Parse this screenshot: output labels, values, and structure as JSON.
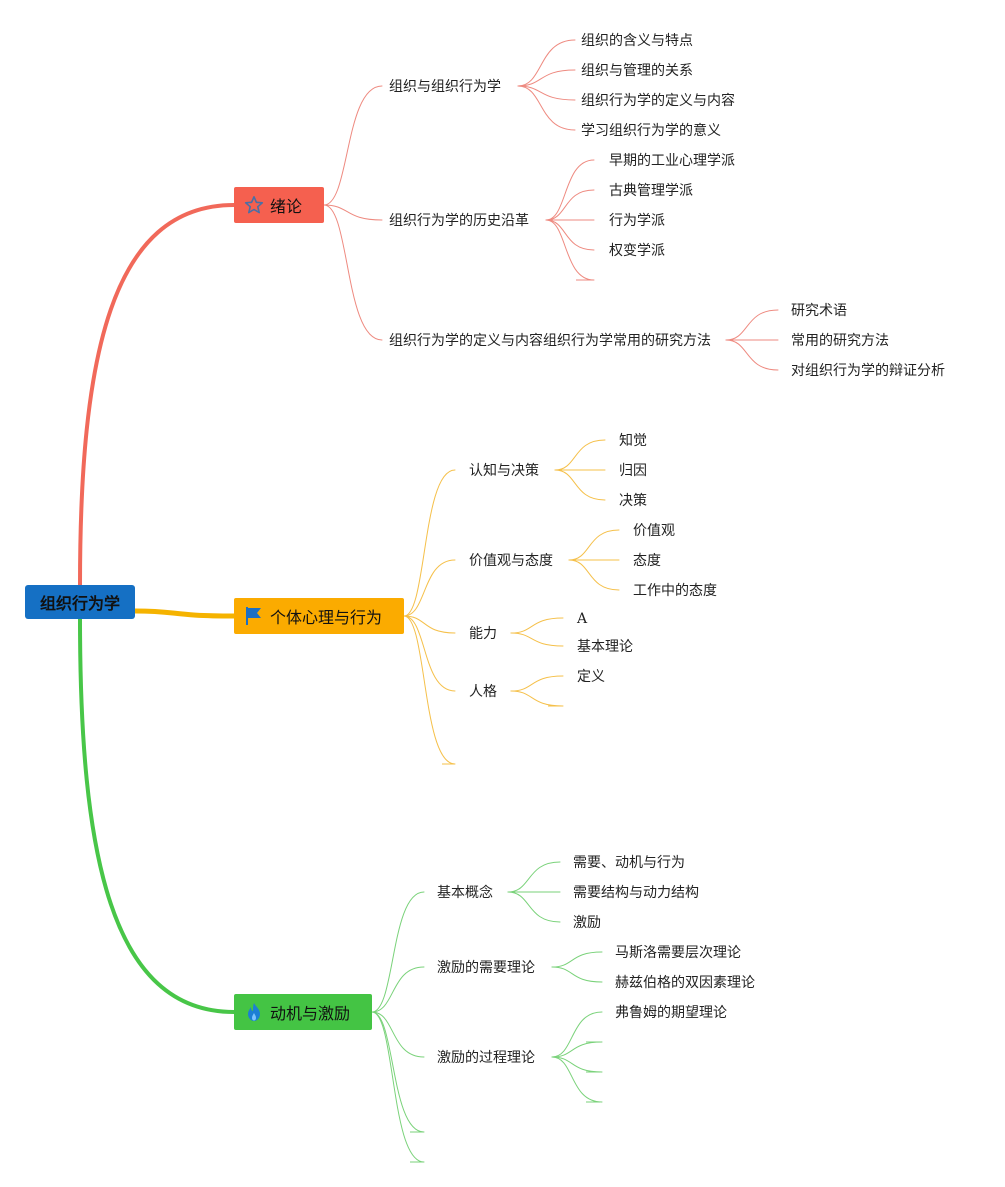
{
  "root": {
    "label": "组织行为学",
    "color": "#1570c4"
  },
  "branches": [
    {
      "label": "绪论",
      "icon": "star-icon",
      "color": "#f5604f",
      "line_color": "#f1695a",
      "child_color": "#ee8a80",
      "children": [
        {
          "label": "组织与组织行为学",
          "children": [
            "组织的含义与特点",
            "组织与管理的关系",
            "组织行为学的定义与内容",
            "学习组织行为学的意义"
          ]
        },
        {
          "label": "组织行为学的历史沿革",
          "children": [
            "早期的工业心理学派",
            "古典管理学派",
            "行为学派",
            "权变学派",
            ""
          ]
        },
        {
          "label": "组织行为学的定义与内容组织行为学常用的研究方法",
          "children": [
            "研究术语",
            "常用的研究方法",
            "对组织行为学的辩证分析"
          ]
        }
      ]
    },
    {
      "label": "个体心理与行为",
      "icon": "flag-icon",
      "color": "#fbab00",
      "line_color": "#f5b300",
      "child_color": "#f5c04a",
      "children": [
        {
          "label": "认知与决策",
          "children": [
            "知觉",
            "归因",
            "决策"
          ]
        },
        {
          "label": "价值观与态度",
          "children": [
            "价值观",
            "态度",
            "工作中的态度"
          ]
        },
        {
          "label": "能力",
          "children": [
            "A",
            "基本理论"
          ]
        },
        {
          "label": "人格",
          "children": [
            "定义",
            ""
          ]
        },
        {
          "label": "",
          "children": []
        }
      ]
    },
    {
      "label": "动机与激励",
      "icon": "flame-icon",
      "color": "#44c444",
      "line_color": "#48c648",
      "child_color": "#7ad27a",
      "children": [
        {
          "label": "基本概念",
          "children": [
            "需要、动机与行为",
            "需要结构与动力结构",
            "激励"
          ]
        },
        {
          "label": "激励的需要理论",
          "children": [
            "马斯洛需要层次理论",
            "赫兹伯格的双因素理论"
          ]
        },
        {
          "label": "激励的过程理论",
          "children": [
            "弗鲁姆的期望理论",
            "",
            "",
            ""
          ]
        },
        {
          "label": "",
          "children": []
        },
        {
          "label": "",
          "children": []
        }
      ]
    }
  ]
}
